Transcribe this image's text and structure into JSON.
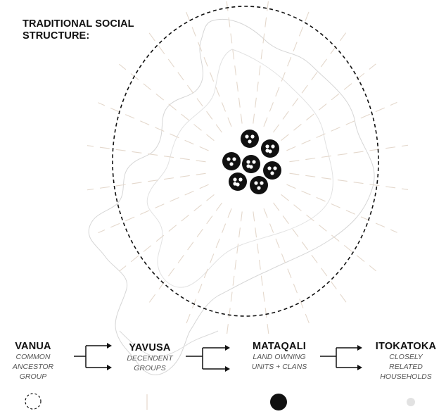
{
  "title": "TRADITIONAL SOCIAL STRUCTURE:",
  "levels": [
    {
      "name": "VANUA",
      "desc_lines": [
        "COMMON",
        "ANCESTOR",
        "GROUP"
      ]
    },
    {
      "name": "YAVUSA",
      "desc_lines": [
        "DECENDENT",
        "GROUPS"
      ]
    },
    {
      "name": "MATAQALI",
      "desc_lines": [
        "LAND OWNING",
        "UNITS + CLANS"
      ]
    },
    {
      "name": "ITOKATOKA",
      "desc_lines": [
        "CLOSELY",
        "RELATED",
        "HOUSEHOLDS"
      ]
    }
  ],
  "colors": {
    "ink": "#111111",
    "faint": "#d8d8d8",
    "ray": "#e4d8cc",
    "grey_dot": "#e0e0e0"
  }
}
